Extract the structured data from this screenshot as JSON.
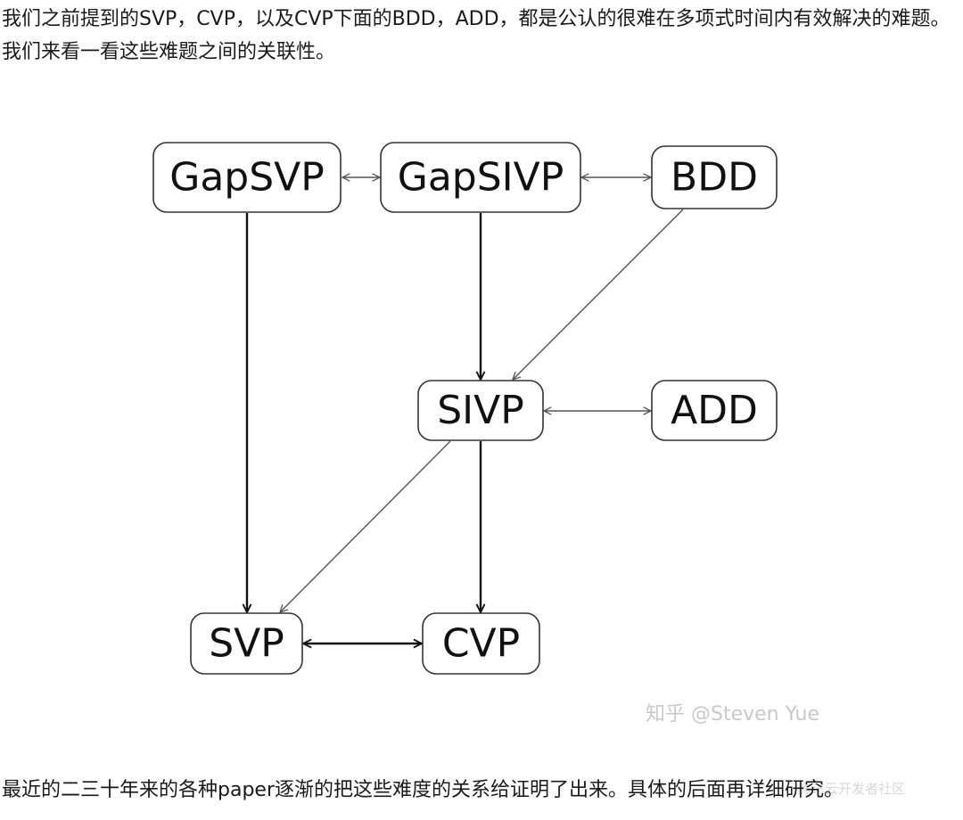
{
  "intro_text": "我们之前提到的SVP，CVP，以及CVP下面的BDD，ADD，都是公认的很难在多项式时间内有效解决的难题。我们来看一看这些难题之间的关联性。",
  "outro_text": "最近的二三十年来的各种paper逐渐的把这些难度的关系给证明了出来。具体的后面再详细研究。",
  "watermark": "知乎 @Steven Yue",
  "watermark_corner": "腾讯云开发者社区",
  "diagram": {
    "nodes": [
      {
        "id": "gapsvp",
        "label": "GapSVP"
      },
      {
        "id": "gapsivp",
        "label": "GapSIVP"
      },
      {
        "id": "bdd",
        "label": "BDD"
      },
      {
        "id": "sivp",
        "label": "SIVP"
      },
      {
        "id": "add",
        "label": "ADD"
      },
      {
        "id": "svp",
        "label": "SVP"
      },
      {
        "id": "cvp",
        "label": "CVP"
      }
    ],
    "edges": [
      {
        "from": "gapsvp",
        "to": "gapsivp",
        "type": "bidirectional"
      },
      {
        "from": "gapsivp",
        "to": "bdd",
        "type": "bidirectional"
      },
      {
        "from": "gapsvp",
        "to": "svp",
        "type": "directed"
      },
      {
        "from": "gapsivp",
        "to": "sivp",
        "type": "directed"
      },
      {
        "from": "bdd",
        "to": "sivp",
        "type": "directed"
      },
      {
        "from": "sivp",
        "to": "add",
        "type": "bidirectional"
      },
      {
        "from": "sivp",
        "to": "svp",
        "type": "directed"
      },
      {
        "from": "sivp",
        "to": "cvp",
        "type": "directed"
      },
      {
        "from": "svp",
        "to": "cvp",
        "type": "bidirectional"
      }
    ]
  }
}
